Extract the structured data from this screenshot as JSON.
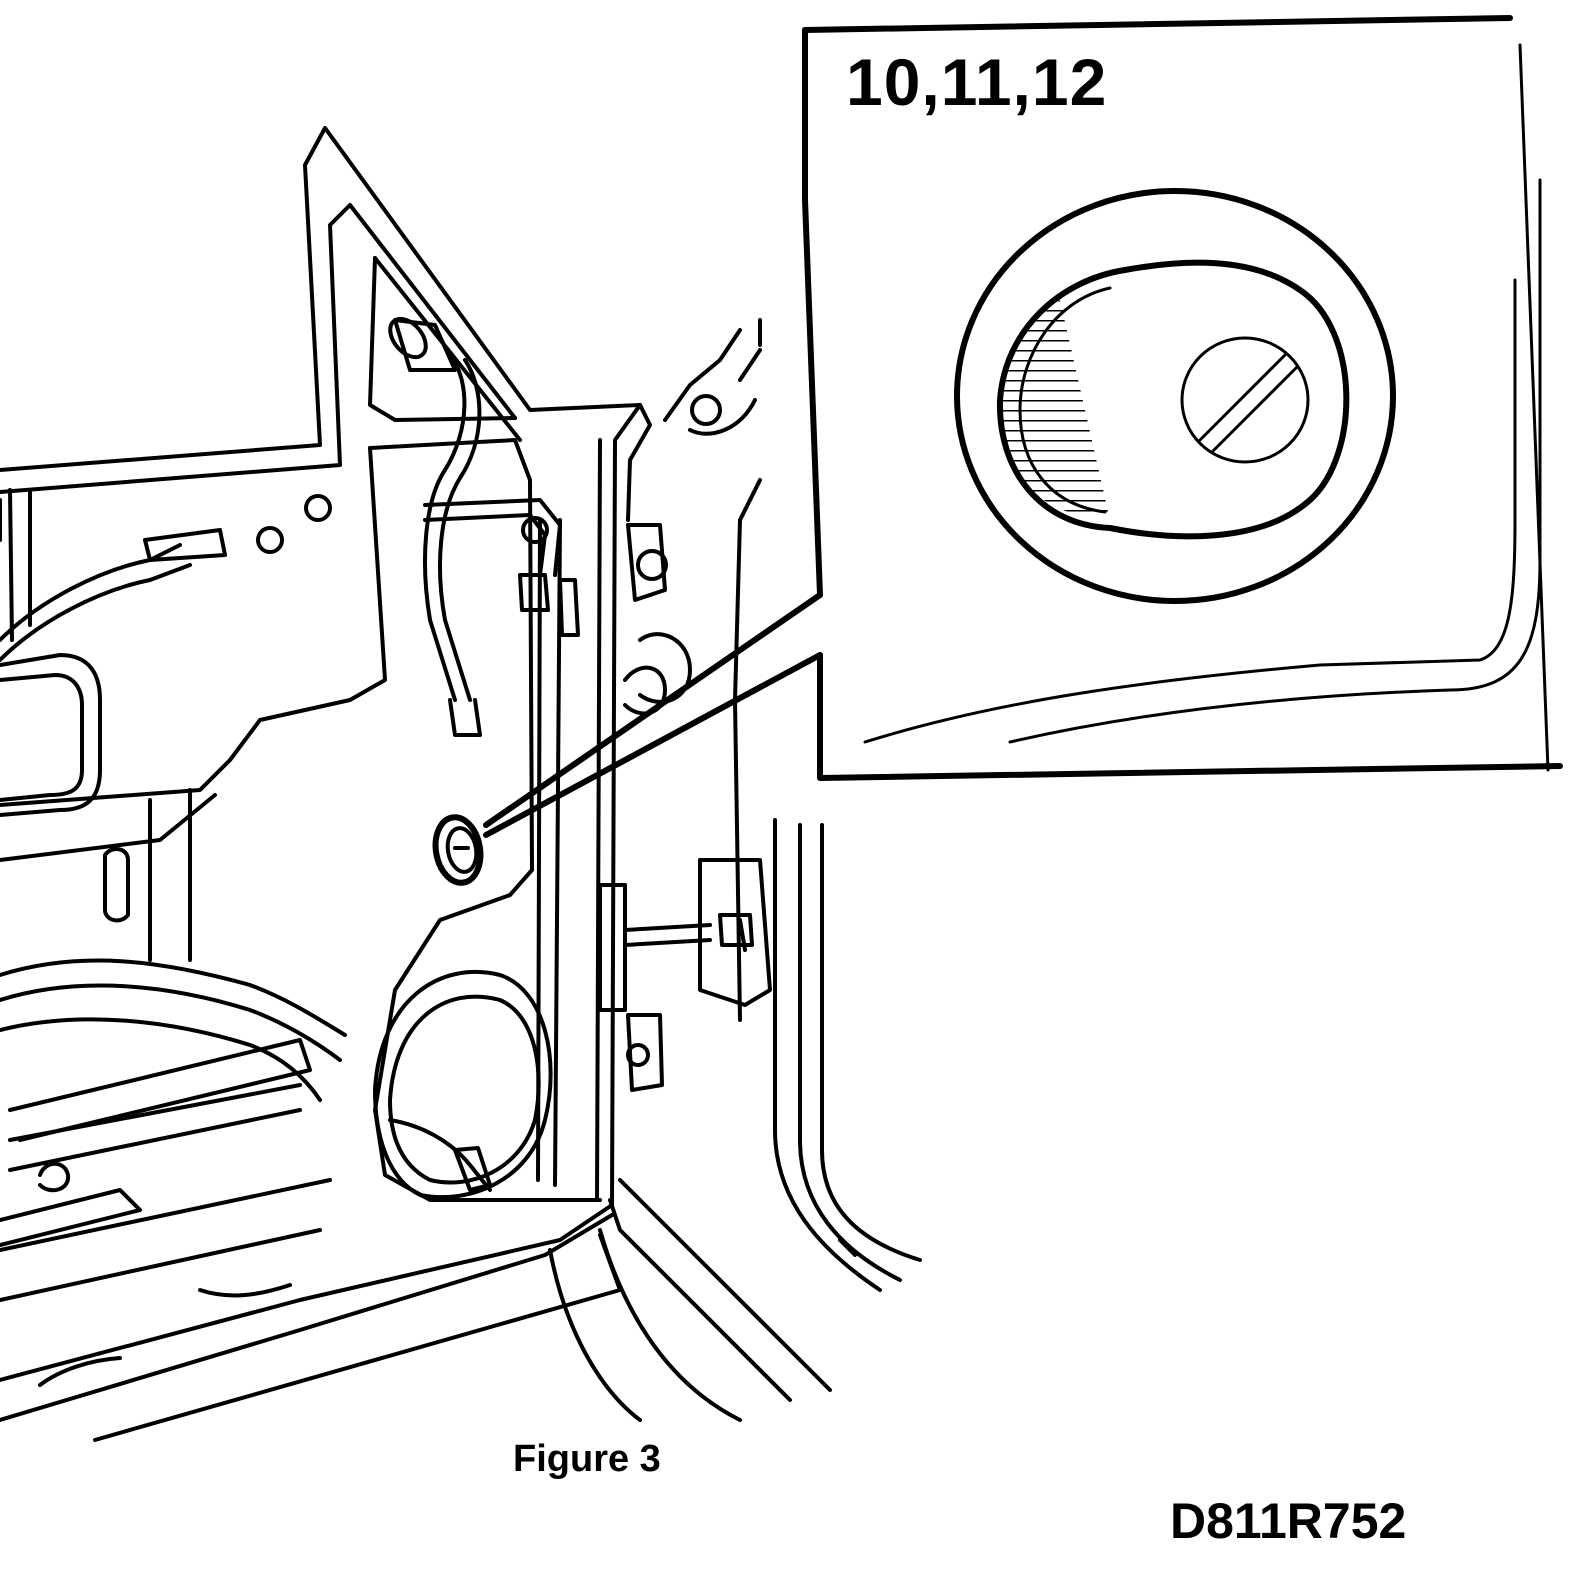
{
  "diagram": {
    "step_label": "10,11,12",
    "caption": "Figure 3",
    "reference_code": "D811R752"
  }
}
